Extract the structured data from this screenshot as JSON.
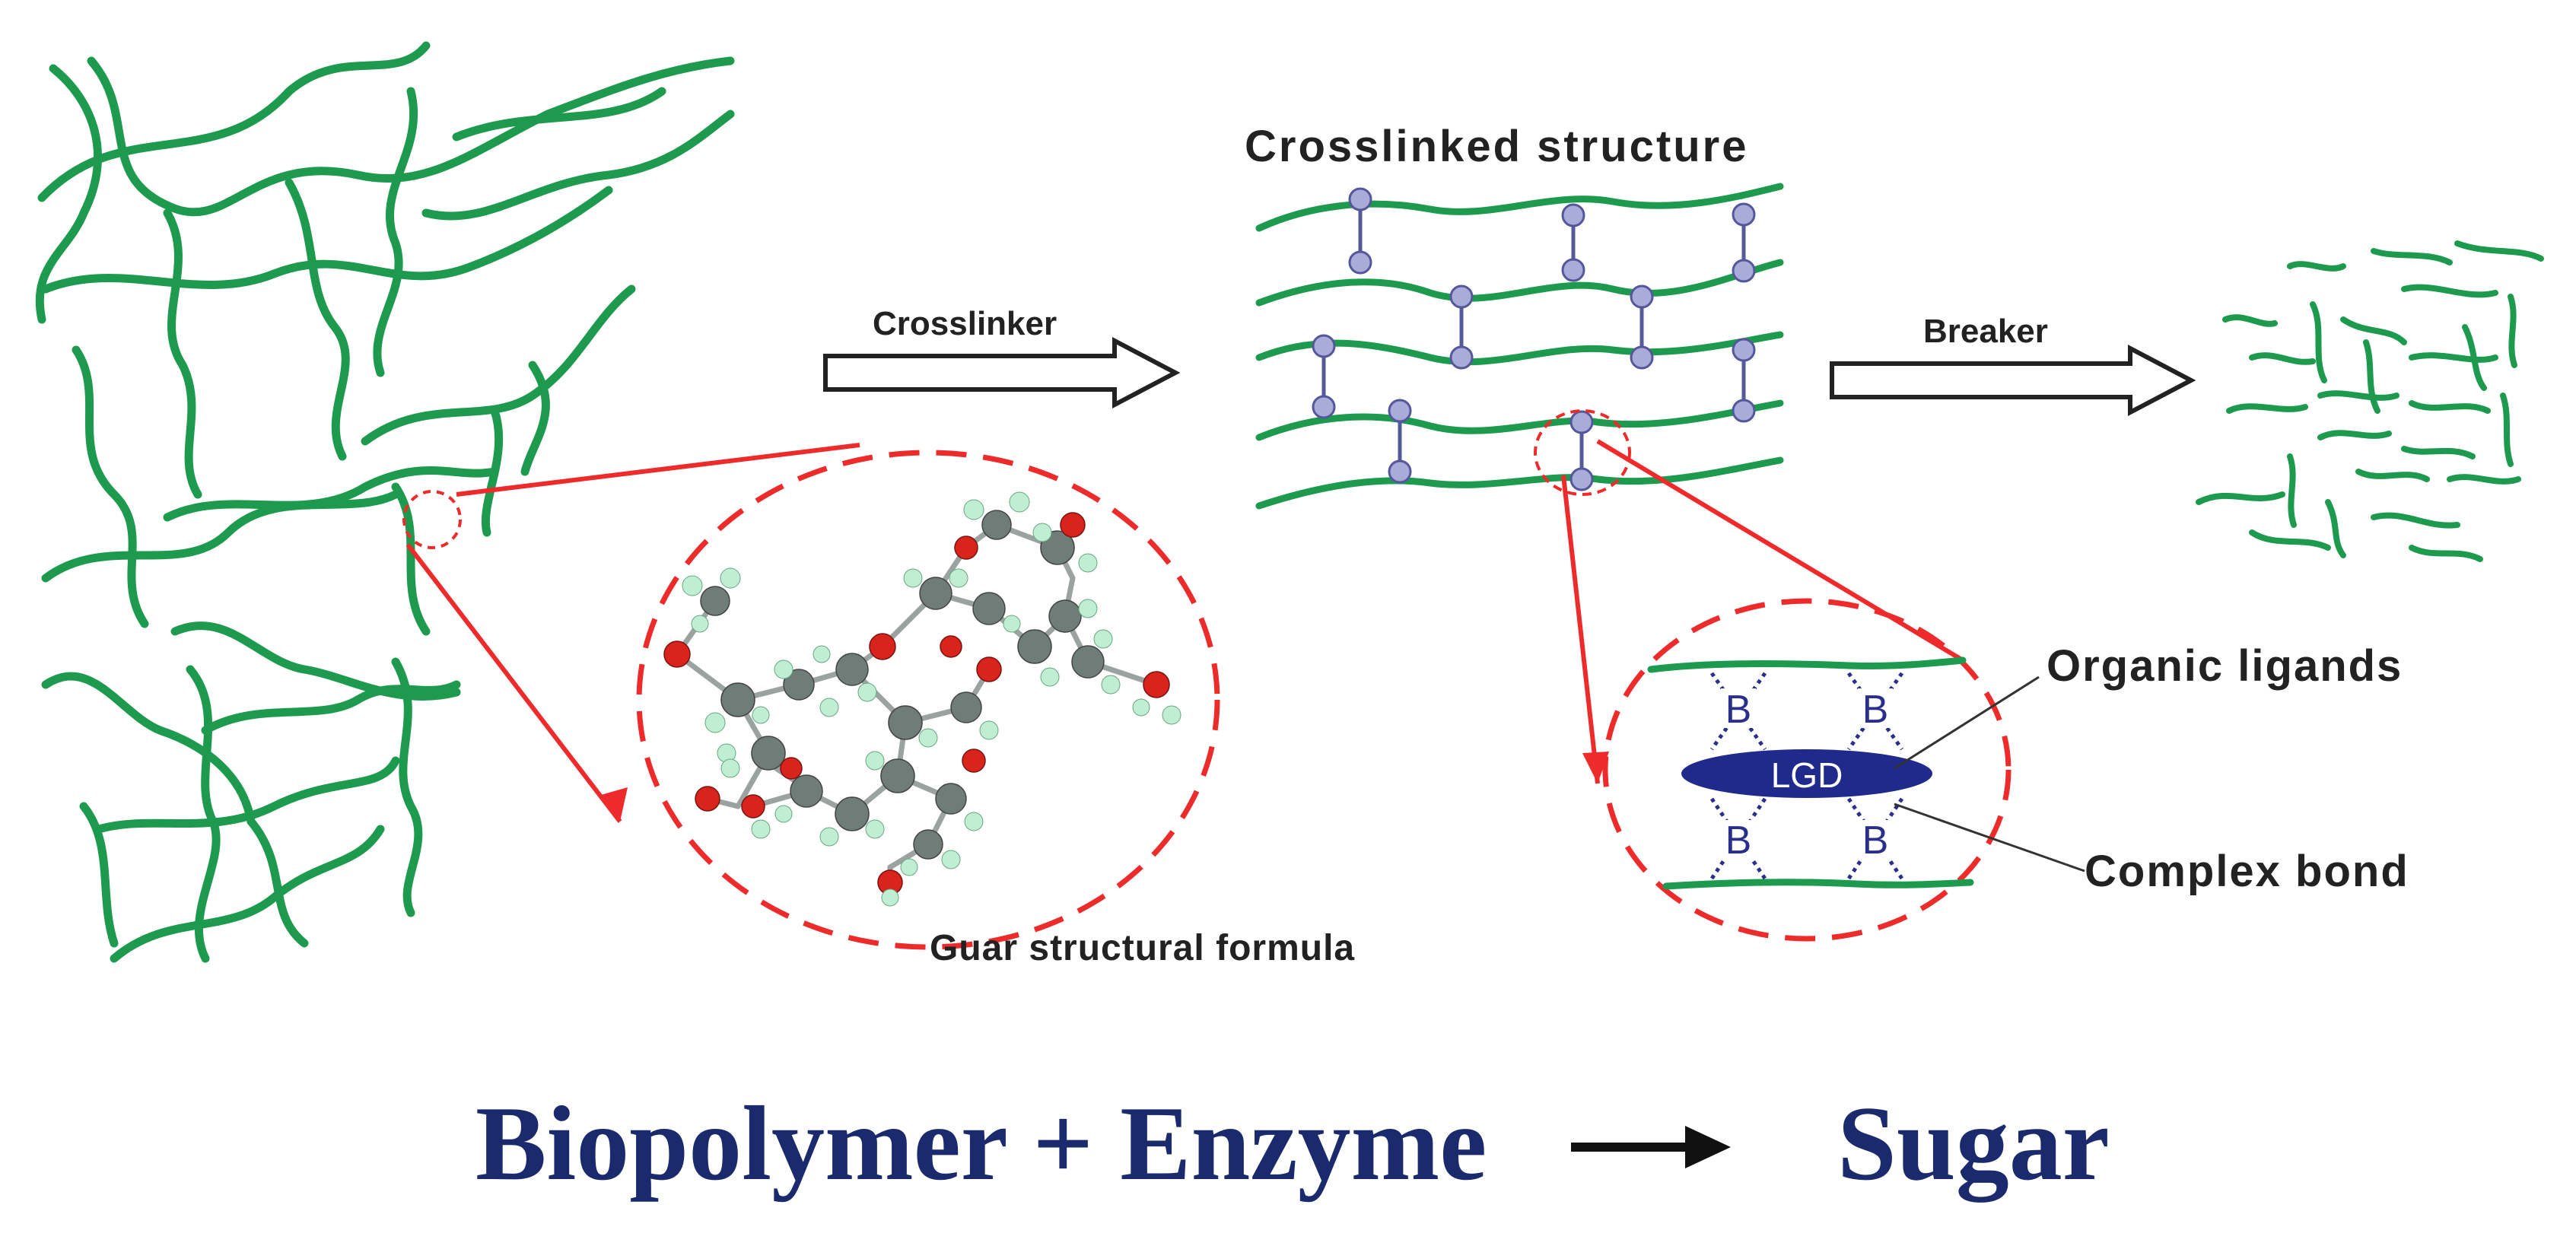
{
  "labels": {
    "crosslinked_structure": "Crosslinked structure",
    "crosslinker": "Crosslinker",
    "breaker": "Breaker",
    "organic_ligands": "Organic ligands",
    "complex_bond": "Complex bond",
    "guar_structural_formula": "Guar structural formula",
    "lgd": "LGD",
    "boron": "B"
  },
  "equation": {
    "reactants": "Biopolymer + Enzyme",
    "product": "Sugar"
  },
  "colors": {
    "polymer_chain": "#1e9a4e",
    "zoom_indicator": "#ee2b2b",
    "crosslink_node": "#a9acd8",
    "ligand": "#1f2a8c",
    "equation_text": "#1a2a6c"
  }
}
